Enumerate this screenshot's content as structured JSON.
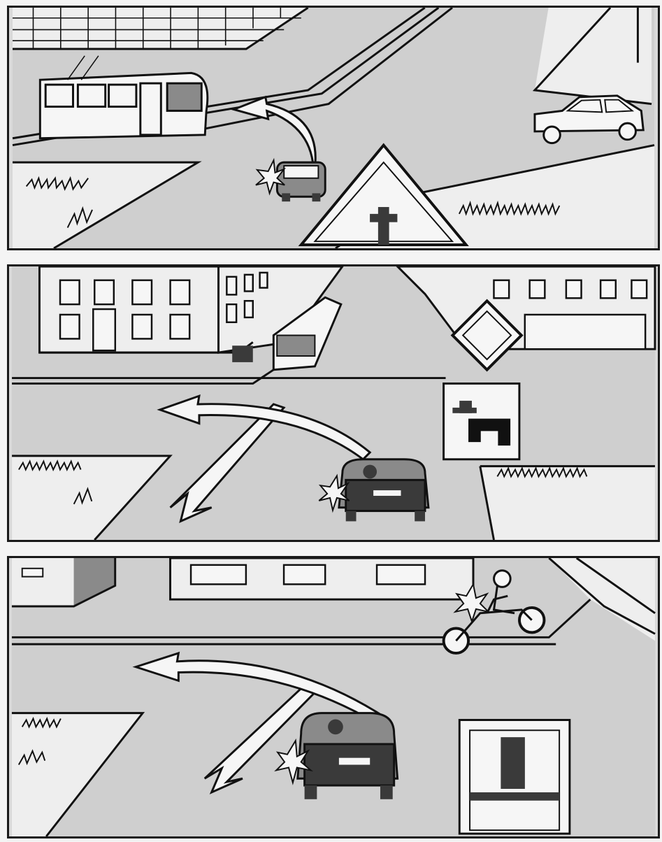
{
  "scenes": [
    {
      "id": 1,
      "sign": "minor-road-junction-sign",
      "vehicles": [
        "tram",
        "car-turning-left",
        "oncoming-car"
      ]
    },
    {
      "id": 2,
      "sign": "main-road-direction-sign",
      "vehicles": [
        "bus",
        "car-turning-left"
      ]
    },
    {
      "id": 3,
      "sign": "t-junction-sign",
      "vehicles": [
        "motorcycle",
        "car-turning-left"
      ]
    }
  ],
  "colors": {
    "paper": "#f4f4f4",
    "road": "#cfcfcf",
    "ink": "#111111",
    "car": "#3a3a3a"
  }
}
